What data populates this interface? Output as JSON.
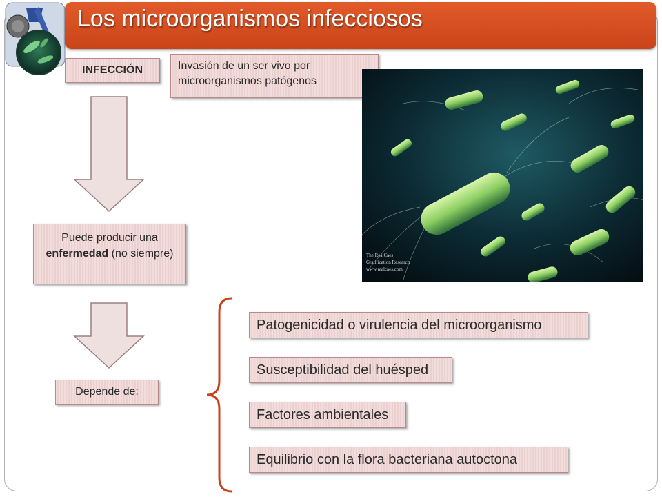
{
  "title": "Los microorganismos infecciosos",
  "infeccion_label": "INFECCIÓN",
  "definition": "Invasión de un ser vivo por microorganismos patógenos",
  "enfermedad": {
    "before": "Puede producir una ",
    "bold": "enfermedad",
    "after": " (no siempre)"
  },
  "depende_label": "Depende de:",
  "factors": [
    "Patogenicidad o virulencia del microorganismo",
    "Susceptibilidad del huésped",
    "Factores ambientales",
    "Equilibrio con la flora bacteriana autoctona"
  ],
  "photo_watermark": [
    "The RealCaes",
    "Gratification Research",
    "www.realcaes.com"
  ],
  "colors": {
    "title_bar": "#d04a1e",
    "box_fill": "#f0d8d8",
    "arrow_fill": "#efe0e0",
    "brace": "#c9441a"
  }
}
